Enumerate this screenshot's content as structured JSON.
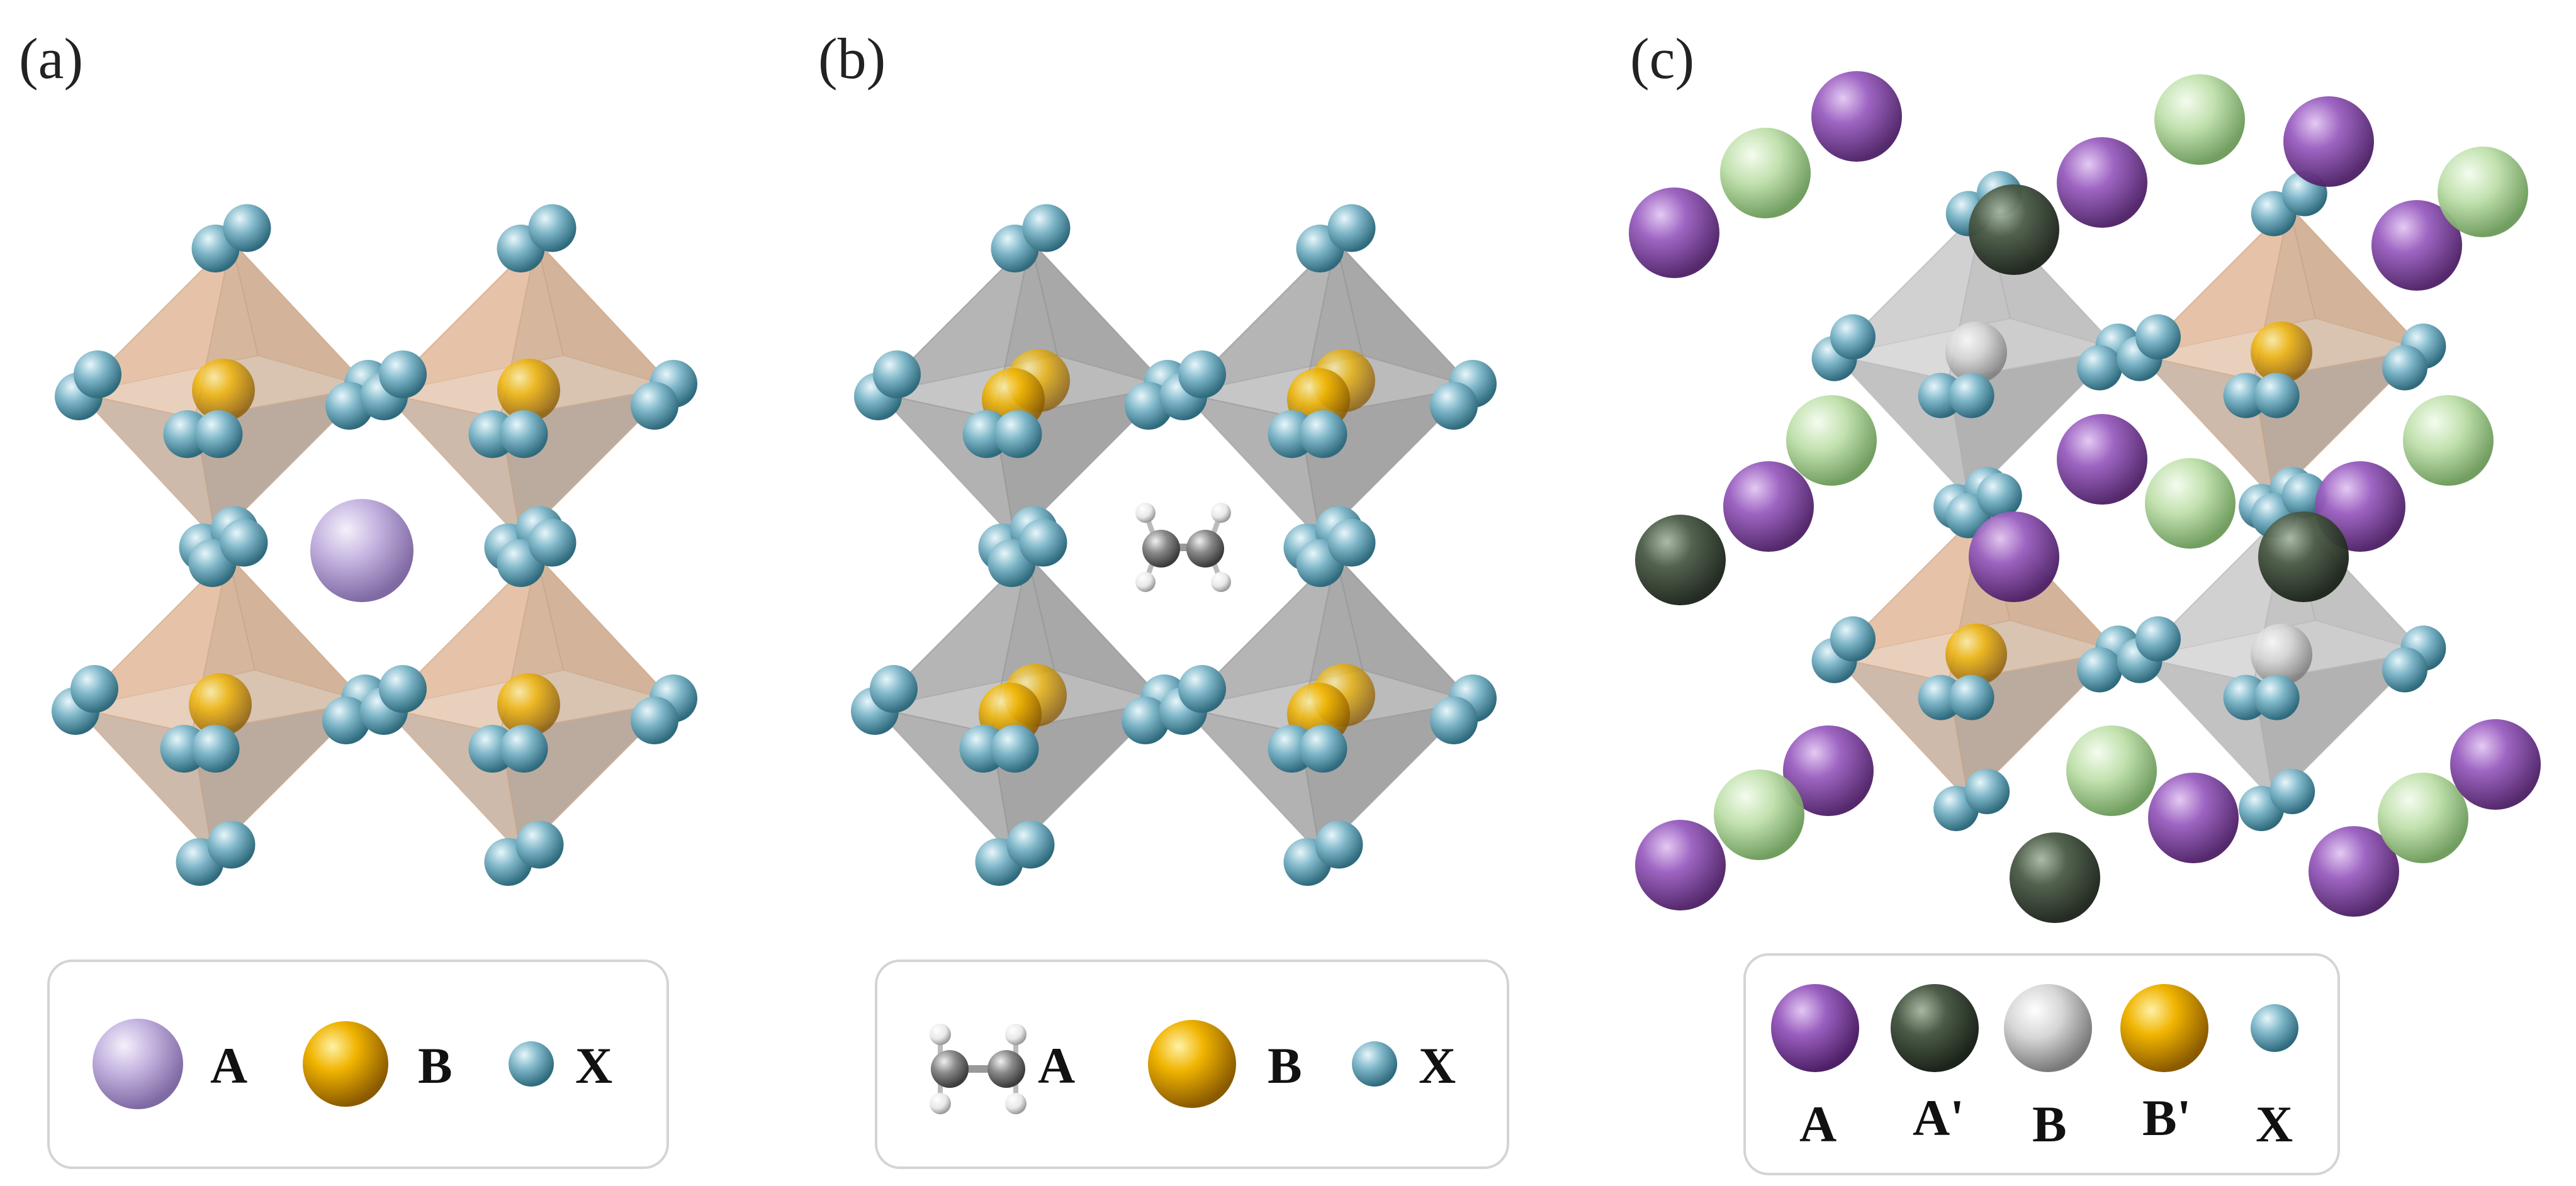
{
  "panels": [
    {
      "label": "(a)",
      "octahedron_tint": "#f3c7a4",
      "center_species": "sphere",
      "legend": [
        {
          "symbol": "lilac-sphere-icon",
          "label": "A"
        },
        {
          "symbol": "gold-sphere-icon",
          "label": "B"
        },
        {
          "symbol": "teal-sphere-icon",
          "label": "X"
        }
      ]
    },
    {
      "label": "(b)",
      "octahedron_tint": "#b5b5b5",
      "center_species": "molecule",
      "legend": [
        {
          "symbol": "molecule-icon",
          "label": "A"
        },
        {
          "symbol": "gold-sphere-icon",
          "label": "B"
        },
        {
          "symbol": "teal-sphere-icon",
          "label": "X"
        }
      ]
    },
    {
      "label": "(c)",
      "octahedron_tints": [
        "#d9d9d9",
        "#f3c7a4",
        "#f3c7a4",
        "#d9d9d9"
      ],
      "legend": [
        {
          "symbol": "purple-sphere-icon",
          "label": "A"
        },
        {
          "symbol": "darkgreen-sphere-icon",
          "label": "A'"
        },
        {
          "symbol": "white-sphere-icon",
          "label": "B"
        },
        {
          "symbol": "gold-sphere-icon",
          "label": "B'"
        },
        {
          "symbol": "teal-sphere-icon",
          "label": "X"
        }
      ]
    }
  ],
  "colors": {
    "x_atom": "#6fa8bb",
    "b_atom": "#e0a400",
    "a_atom_lilac": "#b9a6d8",
    "a_atom_purple": "#8e55b3",
    "a_prime_dark_green": "#3d4a3a",
    "light_green": "#b6dca2",
    "b_white": "#c9c9c9",
    "legend_border": "#d4d4d4"
  }
}
